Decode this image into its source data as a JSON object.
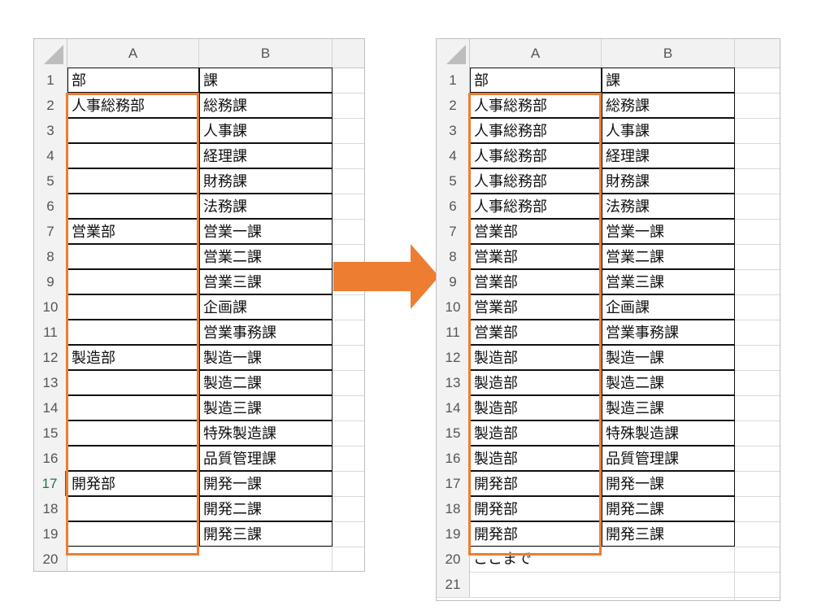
{
  "columns": {
    "a": "A",
    "b": "B"
  },
  "left": {
    "header": {
      "num": "1",
      "a": "部",
      "b": "課"
    },
    "rows": [
      {
        "num": "2",
        "a": "人事総務部",
        "b": "総務課"
      },
      {
        "num": "3",
        "a": "",
        "b": "人事課"
      },
      {
        "num": "4",
        "a": "",
        "b": "経理課"
      },
      {
        "num": "5",
        "a": "",
        "b": "財務課"
      },
      {
        "num": "6",
        "a": "",
        "b": "法務課"
      },
      {
        "num": "7",
        "a": "営業部",
        "b": "営業一課"
      },
      {
        "num": "8",
        "a": "",
        "b": "営業二課"
      },
      {
        "num": "9",
        "a": "",
        "b": "営業三課"
      },
      {
        "num": "10",
        "a": "",
        "b": "企画課"
      },
      {
        "num": "11",
        "a": "",
        "b": "営業事務課"
      },
      {
        "num": "12",
        "a": "製造部",
        "b": "製造一課"
      },
      {
        "num": "13",
        "a": "",
        "b": "製造二課"
      },
      {
        "num": "14",
        "a": "",
        "b": "製造三課"
      },
      {
        "num": "15",
        "a": "",
        "b": "特殊製造課"
      },
      {
        "num": "16",
        "a": "",
        "b": "品質管理課"
      },
      {
        "num": "17",
        "a": "開発部",
        "b": "開発一課"
      },
      {
        "num": "18",
        "a": "",
        "b": "開発二課"
      },
      {
        "num": "19",
        "a": "",
        "b": "開発三課"
      }
    ],
    "footer": {
      "num": "20"
    }
  },
  "right": {
    "header": {
      "num": "1",
      "a": "部",
      "b": "課"
    },
    "rows": [
      {
        "num": "2",
        "a": "人事総務部",
        "b": "総務課"
      },
      {
        "num": "3",
        "a": "人事総務部",
        "b": "人事課"
      },
      {
        "num": "4",
        "a": "人事総務部",
        "b": "経理課"
      },
      {
        "num": "5",
        "a": "人事総務部",
        "b": "財務課"
      },
      {
        "num": "6",
        "a": "人事総務部",
        "b": "法務課"
      },
      {
        "num": "7",
        "a": "営業部",
        "b": "営業一課"
      },
      {
        "num": "8",
        "a": "営業部",
        "b": "営業二課"
      },
      {
        "num": "9",
        "a": "営業部",
        "b": "営業三課"
      },
      {
        "num": "10",
        "a": "営業部",
        "b": "企画課"
      },
      {
        "num": "11",
        "a": "営業部",
        "b": "営業事務課"
      },
      {
        "num": "12",
        "a": "製造部",
        "b": "製造一課"
      },
      {
        "num": "13",
        "a": "製造部",
        "b": "製造二課"
      },
      {
        "num": "14",
        "a": "製造部",
        "b": "製造三課"
      },
      {
        "num": "15",
        "a": "製造部",
        "b": "特殊製造課"
      },
      {
        "num": "16",
        "a": "製造部",
        "b": "品質管理課"
      },
      {
        "num": "17",
        "a": "開発部",
        "b": "開発一課"
      },
      {
        "num": "18",
        "a": "開発部",
        "b": "開発二課"
      },
      {
        "num": "19",
        "a": "開発部",
        "b": "開発三課"
      }
    ],
    "footer": {
      "num": "20",
      "a": "ここまで"
    },
    "extra_row": {
      "num": "21"
    }
  },
  "colors": {
    "highlight": "#ed7d31",
    "arrow": "#ed7d31",
    "active_row": "#217346"
  },
  "icons": {
    "arrow": "right-arrow-icon"
  }
}
